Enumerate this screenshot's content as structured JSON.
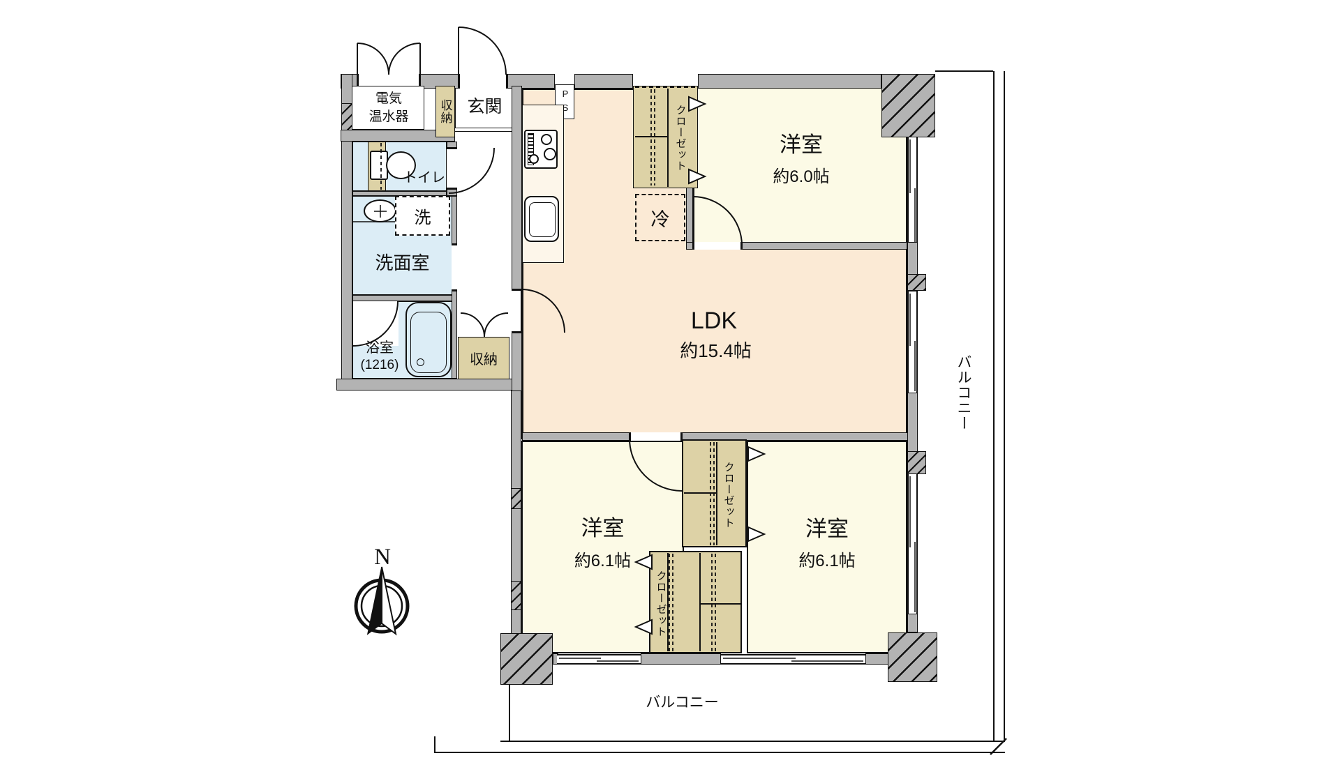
{
  "plan": {
    "compass": {
      "north_label": "N"
    },
    "rooms": {
      "bedroom_ne": {
        "name": "洋室",
        "size": "約6.0帖"
      },
      "ldk": {
        "name": "LDK",
        "size": "約15.4帖"
      },
      "bedroom_sw": {
        "name": "洋室",
        "size": "約6.1帖"
      },
      "bedroom_se": {
        "name": "洋室",
        "size": "約6.1帖"
      },
      "washroom": {
        "name": "洗面室"
      },
      "bathroom": {
        "name": "浴室",
        "size_note": "(1216)"
      },
      "toilet": {
        "name": "トイレ"
      },
      "entrance": {
        "name": "玄関"
      },
      "water_heater": {
        "name_line1": "電気",
        "name_line2": "温水器"
      },
      "balcony_east": {
        "name": "バルコニー"
      },
      "balcony_south": {
        "name": "バルコニー"
      }
    },
    "fixtures": {
      "washer_label": "洗",
      "fridge_label": "冷",
      "pipe_space": {
        "line1": "P",
        "line2": "S"
      },
      "storage_entry_label": "収納",
      "storage_hall_label": "収納",
      "closet_north_label": "クローゼット",
      "closet_mid_label": "クローゼット",
      "closet_south_label": "クローゼット"
    },
    "colors": {
      "ldk_floor": "#fbead5",
      "bedroom_floor": "#fcfae6",
      "wet_floor": "#dcedf6",
      "closet_fill": "#ddd2a6",
      "wall_fill": "#b3b3b3",
      "line": "#111111"
    }
  }
}
